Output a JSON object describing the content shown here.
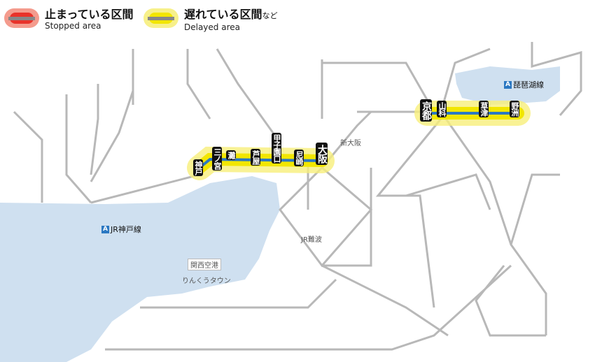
{
  "legend": {
    "stopped": {
      "label_jp": "止まっている区間",
      "label_en": "Stopped area",
      "color": "#e8332a"
    },
    "delayed": {
      "label_jp": "遅れている区間",
      "suffix_jp": "など",
      "label_en": "Delayed area",
      "color": "#f2e600"
    }
  },
  "lines": [
    {
      "badge": "A",
      "name": "JR神戸線"
    },
    {
      "badge": "A",
      "name": "琵琶湖線"
    }
  ],
  "stations": {
    "kobe": "神戸",
    "sannomiya": "三ノ宮",
    "nada": "灘",
    "ashiya": "芦屋",
    "koshienguchi": "甲子園口",
    "amagasaki": "尼崎",
    "osaka": "大阪",
    "kyoto": "京都",
    "yamashina": "山科",
    "kusatsu": "草津",
    "yasu": "野洲"
  },
  "other_labels": {
    "shinosaka": "新大阪",
    "kix": "関西空港",
    "rinku": "りんくうタウン",
    "jrnamba": "JR難波"
  },
  "colors": {
    "track": "#b8b8b8",
    "lake": "#cfe0f0",
    "delay_line": "#2b78c2"
  }
}
